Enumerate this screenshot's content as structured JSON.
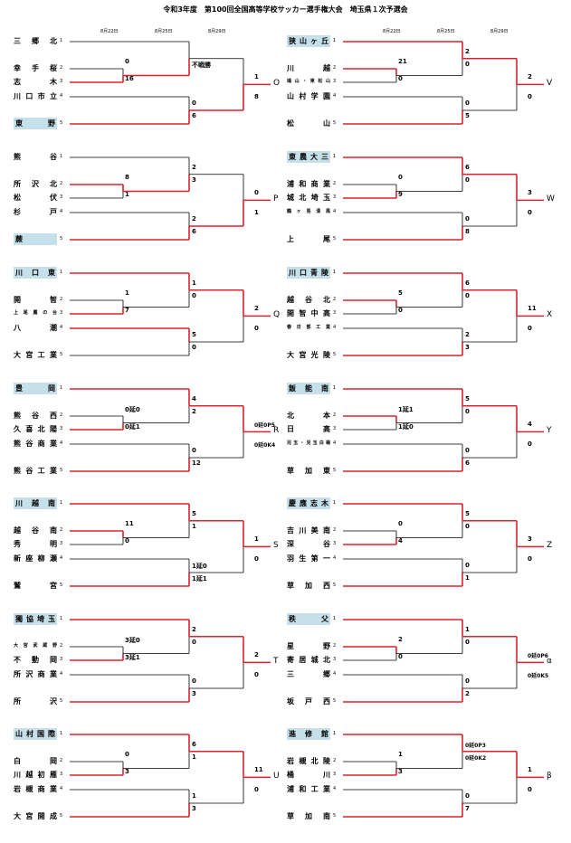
{
  "title": "令和3年度　第100回全国高等学校サッカー選手権大会　埼玉県１次予選会",
  "dates": [
    "8月22日",
    "8月25日",
    "8月29日"
  ],
  "blocks": [
    {
      "code": "O",
      "teams": [
        {
          "seed": "1",
          "name": "三　郷　北"
        },
        {
          "seed": "2",
          "name": "幸　手　桜"
        },
        {
          "seed": "3",
          "name": "志　　　木"
        },
        {
          "seed": "4",
          "name": "川口市立"
        },
        {
          "seed": "5",
          "name": "東　　　野",
          "hl": true
        }
      ],
      "r1": [
        "0",
        "16"
      ],
      "r2a": [
        "",
        "不戦勝"
      ],
      "r2b": [
        "0",
        "6"
      ],
      "f": [
        "1",
        "8"
      ]
    },
    {
      "code": "P",
      "teams": [
        {
          "seed": "1",
          "name": "熊　　　谷"
        },
        {
          "seed": "2",
          "name": "所　沢　北"
        },
        {
          "seed": "3",
          "name": "松　　　伏"
        },
        {
          "seed": "4",
          "name": "杉　　　戸"
        },
        {
          "seed": "5",
          "name": "蕨",
          "hl": true
        }
      ],
      "r1": [
        "8",
        "1"
      ],
      "r2a": [
        "2",
        "3"
      ],
      "r2b": [
        "2",
        "6"
      ],
      "f": [
        "0",
        "1"
      ]
    },
    {
      "code": "Q",
      "teams": [
        {
          "seed": "1",
          "name": "川　口　東",
          "hl": true
        },
        {
          "seed": "2",
          "name": "開　　　智"
        },
        {
          "seed": "3",
          "name": "上尾鷹の台",
          "small": true
        },
        {
          "seed": "4",
          "name": "八　　　潮"
        },
        {
          "seed": "5",
          "name": "大宮工業"
        }
      ],
      "r1": [
        "1",
        "7"
      ],
      "r2a": [
        "1",
        "0"
      ],
      "r2b": [
        "5",
        "0"
      ],
      "f": [
        "2",
        "0"
      ]
    },
    {
      "code": "R",
      "teams": [
        {
          "seed": "1",
          "name": "豊　　　岡",
          "hl": true
        },
        {
          "seed": "2",
          "name": "熊　谷　西"
        },
        {
          "seed": "3",
          "name": "久喜北陽"
        },
        {
          "seed": "4",
          "name": "熊谷商業"
        },
        {
          "seed": "5",
          "name": "熊谷工業"
        }
      ],
      "r1": [
        "0延0",
        "0延1"
      ],
      "r2a": [
        "4",
        "2"
      ],
      "r2b": [
        "0",
        "12"
      ],
      "f": [
        "0延0P5",
        "0延0K4"
      ]
    },
    {
      "code": "S",
      "teams": [
        {
          "seed": "1",
          "name": "川　越　南",
          "hl": true
        },
        {
          "seed": "2",
          "name": "越　谷　南"
        },
        {
          "seed": "3",
          "name": "秀　　　明"
        },
        {
          "seed": "4",
          "name": "新座柳瀬"
        },
        {
          "seed": "5",
          "name": "鷲　　　宮"
        }
      ],
      "r1": [
        "11",
        "0"
      ],
      "r2a": [
        "5",
        "1"
      ],
      "r2b": [
        "1延0",
        "1延1"
      ],
      "f": [
        "1",
        "0"
      ]
    },
    {
      "code": "T",
      "teams": [
        {
          "seed": "1",
          "name": "獨協埼玉",
          "hl": true
        },
        {
          "seed": "2",
          "name": "大宮武蔵野",
          "small": true
        },
        {
          "seed": "3",
          "name": "不　動　岡"
        },
        {
          "seed": "4",
          "name": "所沢商業"
        },
        {
          "seed": "5",
          "name": "所　　　沢"
        }
      ],
      "r1": [
        "3延0",
        "3延1"
      ],
      "r2a": [
        "2",
        "0"
      ],
      "r2b": [
        "0",
        "3"
      ],
      "f": [
        "2",
        "0"
      ]
    },
    {
      "code": "U",
      "teams": [
        {
          "seed": "1",
          "name": "山村国際",
          "hl": true
        },
        {
          "seed": "2",
          "name": "白　　　岡"
        },
        {
          "seed": "3",
          "name": "川越初雁"
        },
        {
          "seed": "4",
          "name": "岩槻商業"
        },
        {
          "seed": "5",
          "name": "大宮開成"
        }
      ],
      "r1": [
        "0",
        "3"
      ],
      "r2a": [
        "6",
        "1"
      ],
      "r2b": [
        "1",
        "3"
      ],
      "f": [
        "11",
        "0"
      ]
    },
    {
      "code": "V",
      "teams": [
        {
          "seed": "1",
          "name": "狭山ヶ丘",
          "hl": true
        },
        {
          "seed": "2",
          "name": "川　　　越"
        },
        {
          "seed": "3",
          "name": "鳩山・東松山",
          "small": true
        },
        {
          "seed": "4",
          "name": "山村学園"
        },
        {
          "seed": "5",
          "name": "松　　　山"
        }
      ],
      "r1": [
        "21",
        "0"
      ],
      "r2a": [
        "2",
        "0"
      ],
      "r2b": [
        "0",
        "5"
      ],
      "f": [
        "2",
        "0"
      ]
    },
    {
      "code": "W",
      "teams": [
        {
          "seed": "1",
          "name": "東農大三",
          "hl": true
        },
        {
          "seed": "2",
          "name": "浦和商業"
        },
        {
          "seed": "3",
          "name": "城北埼玉"
        },
        {
          "seed": "4",
          "name": "鶴ヶ島清風",
          "small": true
        },
        {
          "seed": "5",
          "name": "上　　　尾"
        }
      ],
      "r1": [
        "0",
        "9"
      ],
      "r2a": [
        "6",
        "0"
      ],
      "r2b": [
        "0",
        "8"
      ],
      "f": [
        "3",
        "0"
      ]
    },
    {
      "code": "X",
      "teams": [
        {
          "seed": "1",
          "name": "川口青陵",
          "hl": true
        },
        {
          "seed": "2",
          "name": "越　谷　北"
        },
        {
          "seed": "3",
          "name": "開智中高"
        },
        {
          "seed": "4",
          "name": "春日部工業",
          "small": true
        },
        {
          "seed": "5",
          "name": "大宮光陵"
        }
      ],
      "r1": [
        "5",
        "0"
      ],
      "r2a": [
        "6",
        "0"
      ],
      "r2b": [
        "2",
        "3"
      ],
      "f": [
        "11",
        "0"
      ]
    },
    {
      "code": "Y",
      "teams": [
        {
          "seed": "1",
          "name": "飯　能　南",
          "hl": true
        },
        {
          "seed": "2",
          "name": "北　　　本"
        },
        {
          "seed": "3",
          "name": "日　　　高"
        },
        {
          "seed": "4",
          "name": "児玉・児玉白楊",
          "small": true
        },
        {
          "seed": "5",
          "name": "草　加　東"
        }
      ],
      "r1": [
        "1延1",
        "1延0"
      ],
      "r2a": [
        "5",
        "0"
      ],
      "r2b": [
        "0",
        "6"
      ],
      "f": [
        "4",
        "0"
      ]
    },
    {
      "code": "Z",
      "teams": [
        {
          "seed": "1",
          "name": "慶應志木",
          "hl": true
        },
        {
          "seed": "2",
          "name": "吉川美南"
        },
        {
          "seed": "3",
          "name": "深　　　谷"
        },
        {
          "seed": "4",
          "name": "羽生第一"
        },
        {
          "seed": "5",
          "name": "草　加　西"
        }
      ],
      "r1": [
        "0",
        "4"
      ],
      "r2a": [
        "5",
        "0"
      ],
      "r2b": [
        "0",
        "1"
      ],
      "f": [
        "3",
        "0"
      ]
    },
    {
      "code": "α",
      "teams": [
        {
          "seed": "1",
          "name": "秩　　　父",
          "hl": true
        },
        {
          "seed": "2",
          "name": "星　　　野"
        },
        {
          "seed": "3",
          "name": "寄居城北"
        },
        {
          "seed": "4",
          "name": "三　　　郷"
        },
        {
          "seed": "5",
          "name": "坂　戸　西"
        }
      ],
      "r1": [
        "2",
        "0"
      ],
      "r2a": [
        "1",
        "0"
      ],
      "r2b": [
        "0",
        "2"
      ],
      "f": [
        "0延0P6",
        "0延0K5"
      ]
    },
    {
      "code": "β",
      "teams": [
        {
          "seed": "1",
          "name": "進　修　館",
          "hl": true
        },
        {
          "seed": "2",
          "name": "岩槻北陵"
        },
        {
          "seed": "3",
          "name": "桶　　　川"
        },
        {
          "seed": "4",
          "name": "浦和工業"
        },
        {
          "seed": "5",
          "name": "草　加　南"
        }
      ],
      "r1": [
        "1",
        "3"
      ],
      "r2a": [
        "0延0P3",
        "0延0K2"
      ],
      "r2b": [
        "0",
        "7"
      ],
      "f": [
        "1",
        "0"
      ]
    }
  ]
}
